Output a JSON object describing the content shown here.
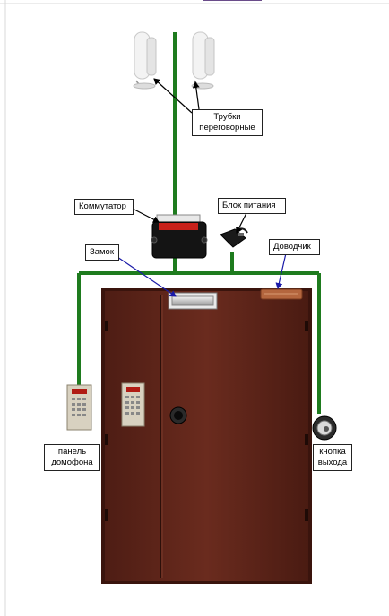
{
  "labels": {
    "handsets": [
      "Трубки",
      "переговорные"
    ],
    "switch": "Коммутатор",
    "power_supply": "Блок питания",
    "lock": "Замок",
    "closer": "Доводчик",
    "intercom_panel": [
      "панель",
      "домофона"
    ],
    "exit_button": [
      "кнопка",
      "выхода"
    ]
  },
  "colors": {
    "wire": "#1e7b1e",
    "door": "#5c2419",
    "door_edge": "#3a140d",
    "pointer_blue": "#1a1aa8",
    "pointer_black": "#000000"
  }
}
